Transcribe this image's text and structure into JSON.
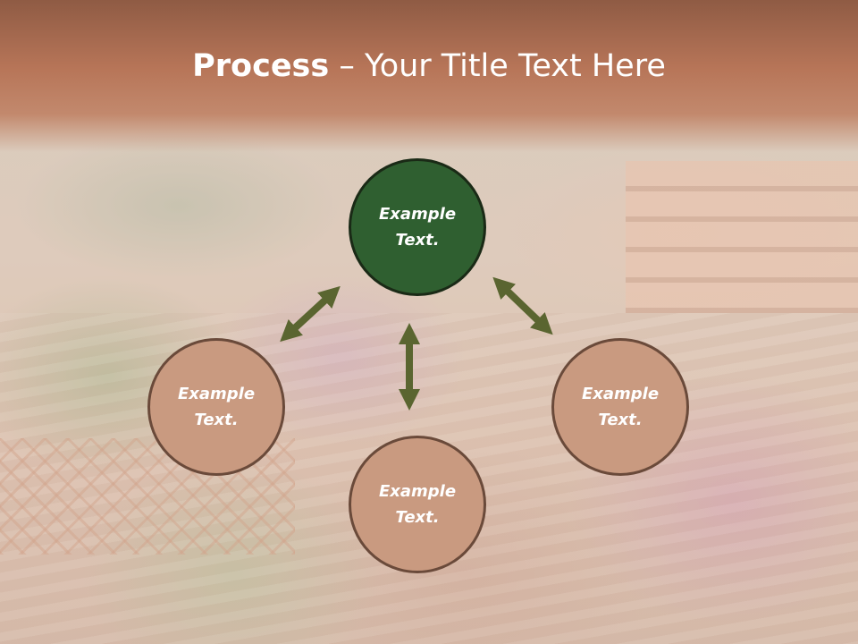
{
  "slide": {
    "title_bold": "Process",
    "title_rest": " – Your Title Text Here"
  },
  "diagram": {
    "center_node": {
      "line1": "Example",
      "line2": "Text."
    },
    "left_node": {
      "line1": "Example",
      "line2": "Text."
    },
    "right_node": {
      "line1": "Example",
      "line2": "Text."
    },
    "bottom_node": {
      "line1": "Example",
      "line2": "Text."
    }
  },
  "colors": {
    "header": "#a86a50",
    "center_fill": "#2f5f30",
    "satellite_fill": "#c99a80",
    "arrow": "#5a6530"
  }
}
